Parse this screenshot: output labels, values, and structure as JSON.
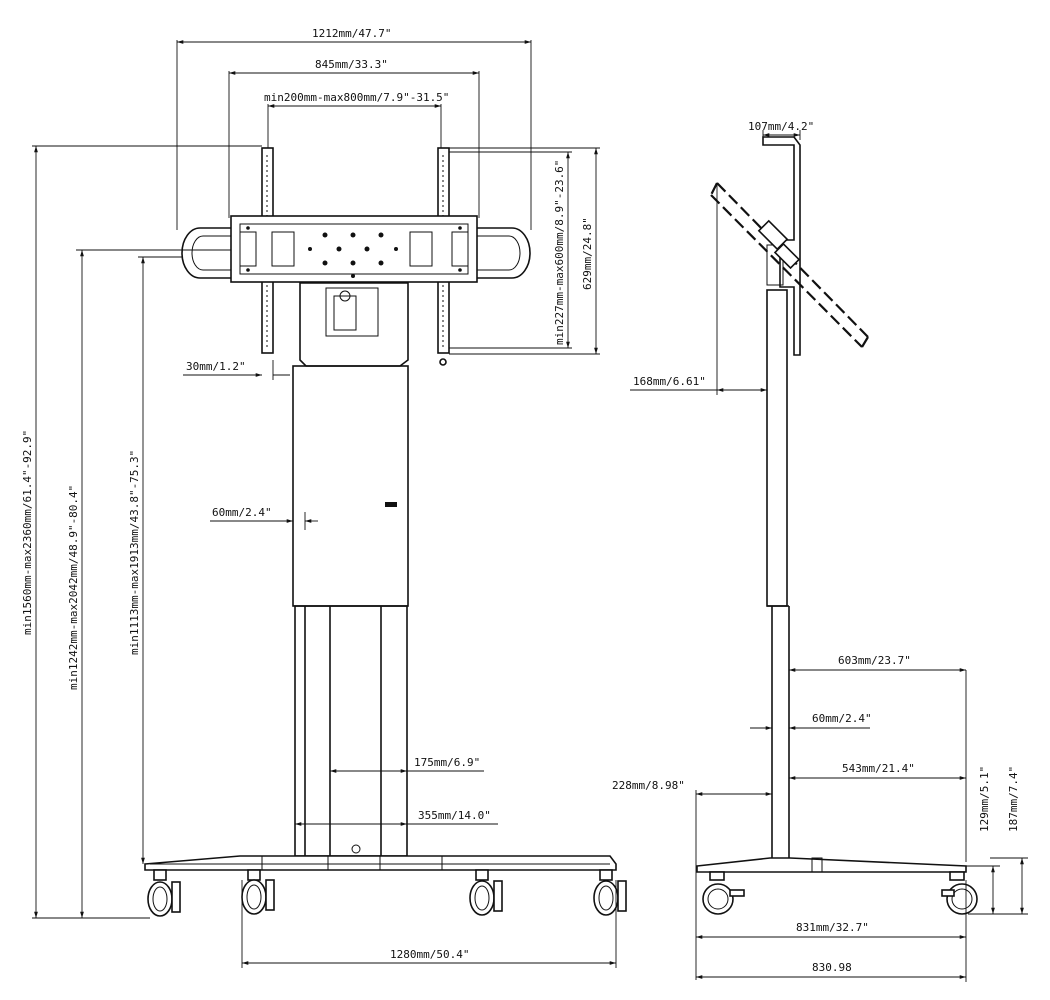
{
  "front_view": {
    "dim_total_width": "1212mm/47.7\"",
    "dim_frame_width": "845mm/33.3\"",
    "dim_vesa_horizontal": "min200mm-max800mm/7.9\"-31.5\"",
    "dim_vesa_vertical": "min227mm-max600mm/8.9\"-23.6\"",
    "dim_bracket_height": "629mm/24.8\"",
    "dim_bracket_depth": "30mm/1.2\"",
    "dim_column_offset": "60mm/2.4\"",
    "dim_height_total": "min1560mm-max2360mm/61.4\"-92.9\"",
    "dim_height_center": "min1242mm-max2042mm/48.9\"-80.4\"",
    "dim_height_handle": "min1113mm-max1913mm/43.8\"-75.3\"",
    "dim_leg_gap_inner": "175mm/6.9\"",
    "dim_leg_gap_outer": "355mm/14.0\"",
    "dim_base_width": "1280mm/50.4\""
  },
  "side_view": {
    "dim_top_depth": "107mm/4.2\"",
    "dim_tilt_offset": "168mm/6.61\"",
    "dim_front_reach": "603mm/23.7\"",
    "dim_column_width": "60mm/2.4\"",
    "dim_front_leg": "543mm/21.4\"",
    "dim_rear_leg": "228mm/8.98\"",
    "dim_base_height": "129mm/5.1\"",
    "dim_wheel_height": "187mm/7.4\"",
    "dim_base_depth": "831mm/32.7\"",
    "dim_total_depth": "830.98"
  }
}
